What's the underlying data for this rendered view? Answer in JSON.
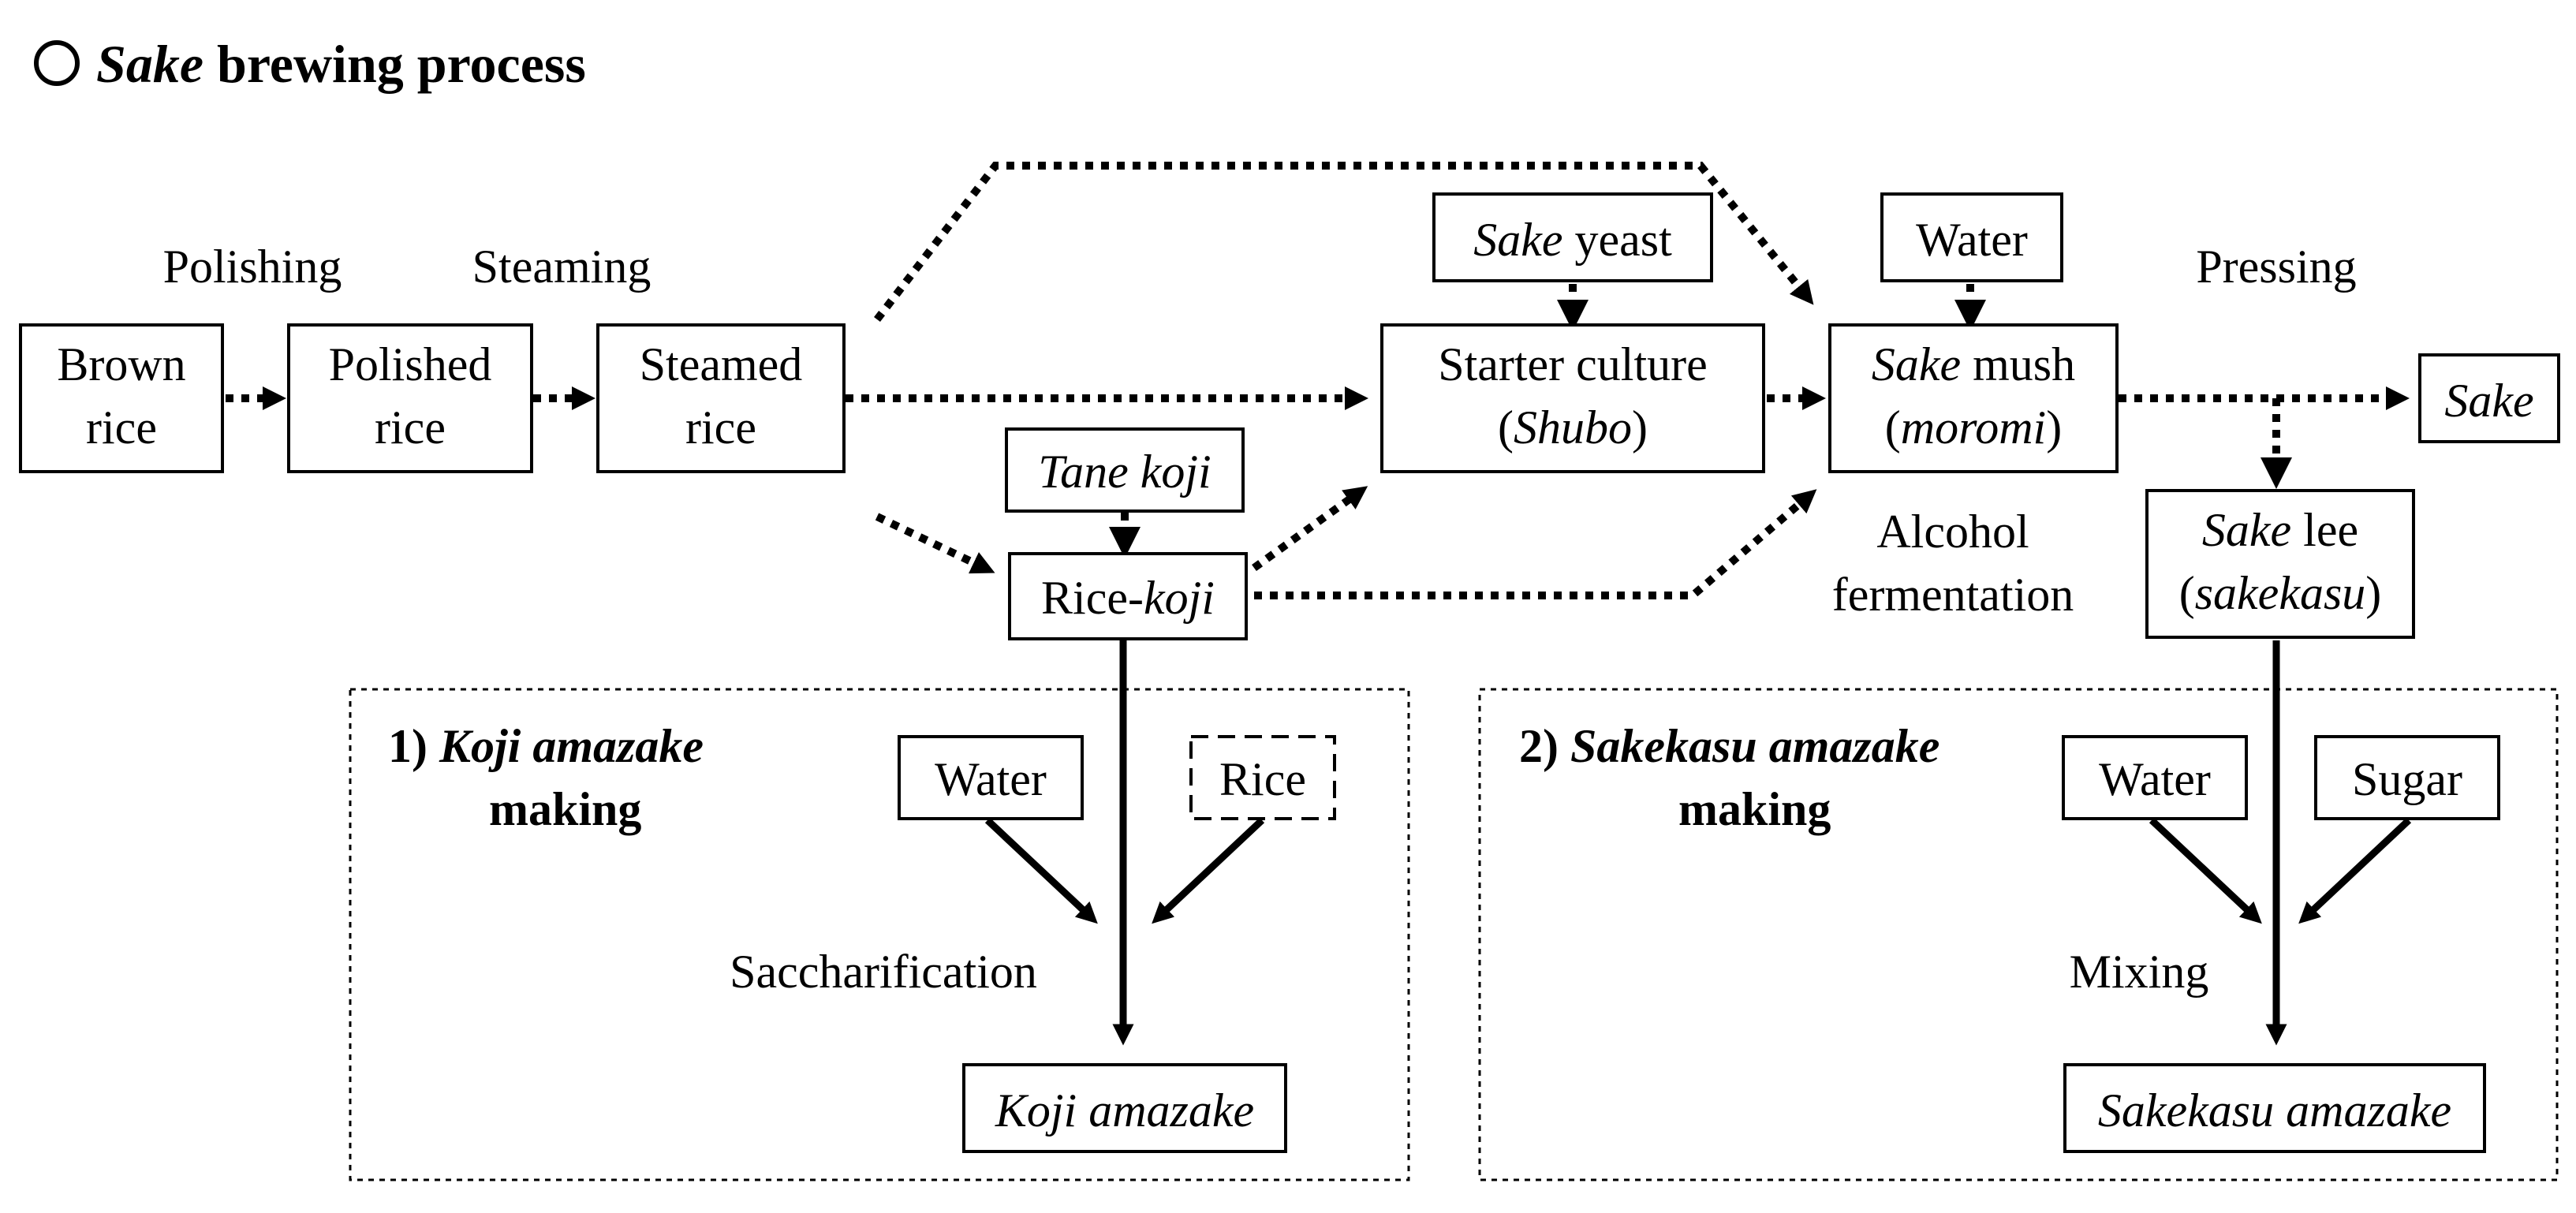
{
  "title": {
    "italic": "Sake",
    "rest": " brewing process"
  },
  "steps": {
    "polishing": "Polishing",
    "steaming": "Steaming",
    "pressing": "Pressing",
    "alcohol_fermentation": [
      "Alcohol",
      "fermentation"
    ],
    "saccharification": "Saccharification",
    "mixing": "Mixing"
  },
  "boxes": {
    "brown_rice": [
      "Brown",
      "rice"
    ],
    "polished_rice": [
      "Polished",
      "rice"
    ],
    "steamed_rice": [
      "Steamed",
      "rice"
    ],
    "sake_yeast": {
      "italic": "Sake",
      "rest": " yeast"
    },
    "water_top": "Water",
    "starter_culture": {
      "line1": "Starter culture",
      "line2_open": "(",
      "line2_italic": "Shubo",
      "line2_close": ")"
    },
    "sake_mush": {
      "italic": "Sake",
      "rest": " mush",
      "line2_open": "(",
      "line2_italic": "moromi",
      "line2_close": ")"
    },
    "sake": "Sake",
    "tane_koji": "Tane koji",
    "rice_koji": {
      "plain": "Rice-",
      "italic": "koji"
    },
    "sake_lee": {
      "italic": "Sake",
      "rest": " lee",
      "line2_open": "(",
      "line2_italic": "sakekasu",
      "line2_close": ")"
    },
    "water_koji": "Water",
    "rice_optional": "Rice",
    "koji_amazake": "Koji amazake",
    "water_sakekasu": "Water",
    "sugar": "Sugar",
    "sakekasu_amazake": "Sakekasu amazake"
  },
  "sections": {
    "koji": {
      "number": "1) ",
      "italic": "Koji amazake",
      "line2": "making"
    },
    "sakekasu": {
      "number": "2) ",
      "italic": "Sakekasu amazake",
      "line2": "making"
    }
  }
}
